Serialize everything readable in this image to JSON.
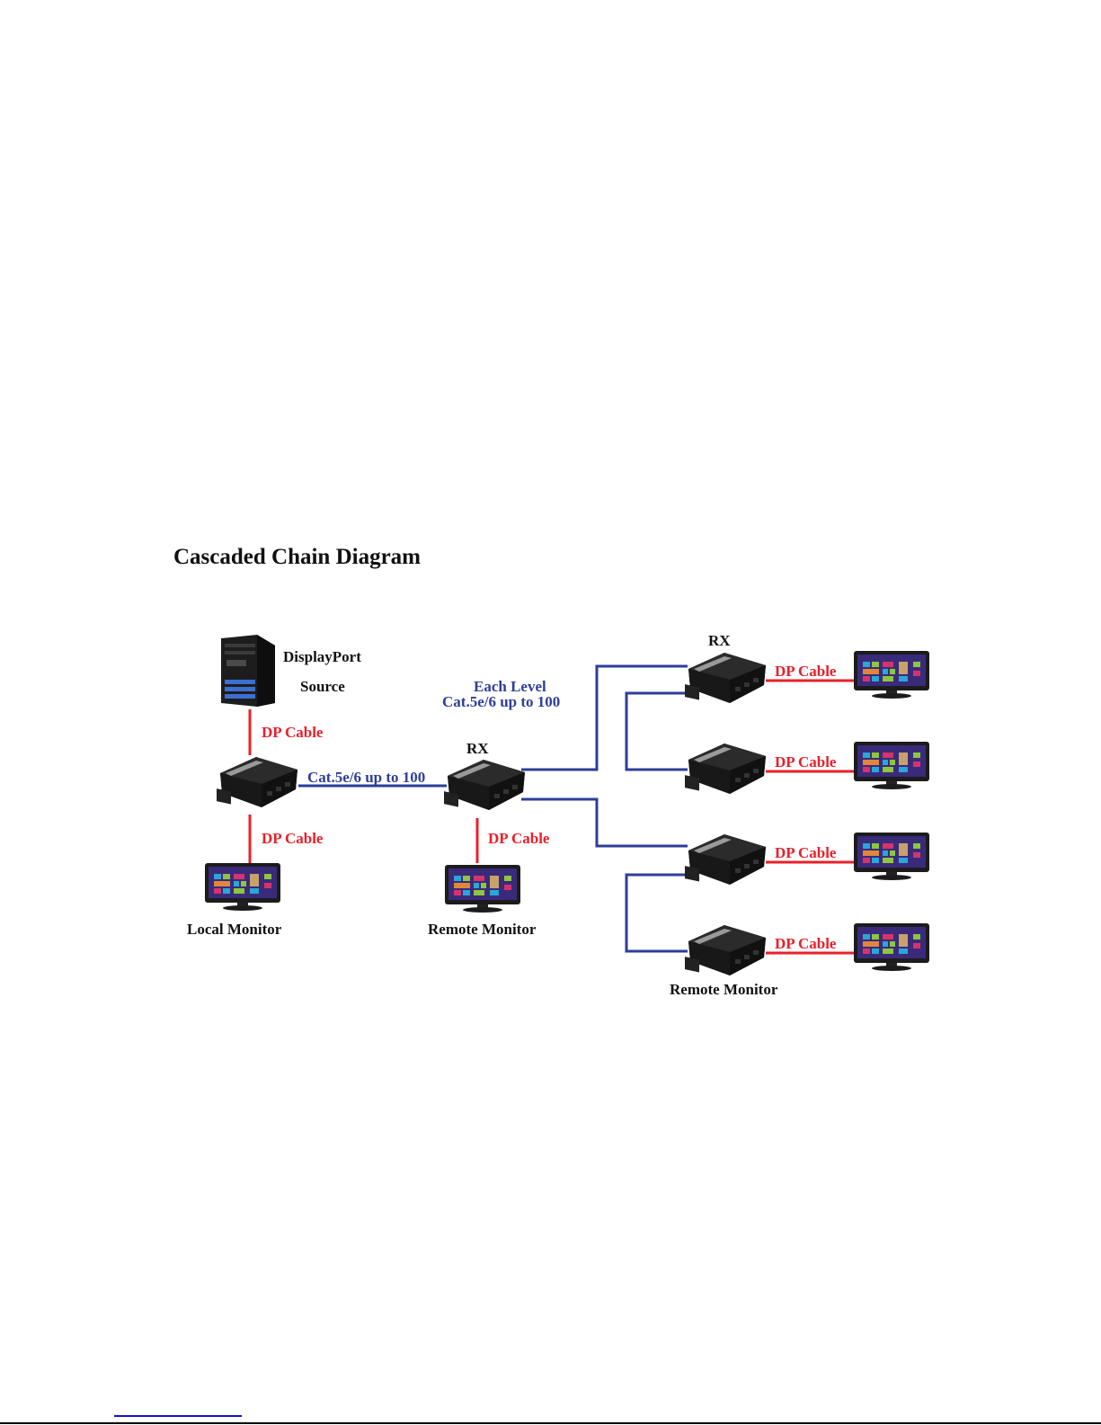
{
  "page": {
    "title": "Cascaded Chain Diagram"
  },
  "colors": {
    "dp_cable": "#e8202a",
    "cat_cable": "#2e3e9a",
    "label_black": "#111111",
    "footer_link": "#1111cc"
  },
  "diagram": {
    "source": {
      "label_line1": "DisplayPort",
      "label_line2": "Source",
      "icon": "pc-tower-icon"
    },
    "tx_to_source_cable": "DP Cable",
    "tx_to_local_cable": "DP Cable",
    "local_monitor": {
      "label": "Local Monitor",
      "icon": "monitor-icon"
    },
    "tx_to_rx_cable": "Cat.5e/6 up to 100",
    "level_note_line1": "Each Level",
    "level_note_line2": "Cat.5e/6 up to 100",
    "rx_main": {
      "label": "RX",
      "cable": "DP Cable",
      "monitor_label": "Remote Monitor"
    },
    "rx_chain": {
      "label": "RX",
      "units": [
        {
          "cable": "DP Cable"
        },
        {
          "cable": "DP Cable"
        },
        {
          "cable": "DP Cable"
        },
        {
          "cable": "DP Cable"
        }
      ],
      "monitor_label": "Remote Monitor"
    }
  }
}
